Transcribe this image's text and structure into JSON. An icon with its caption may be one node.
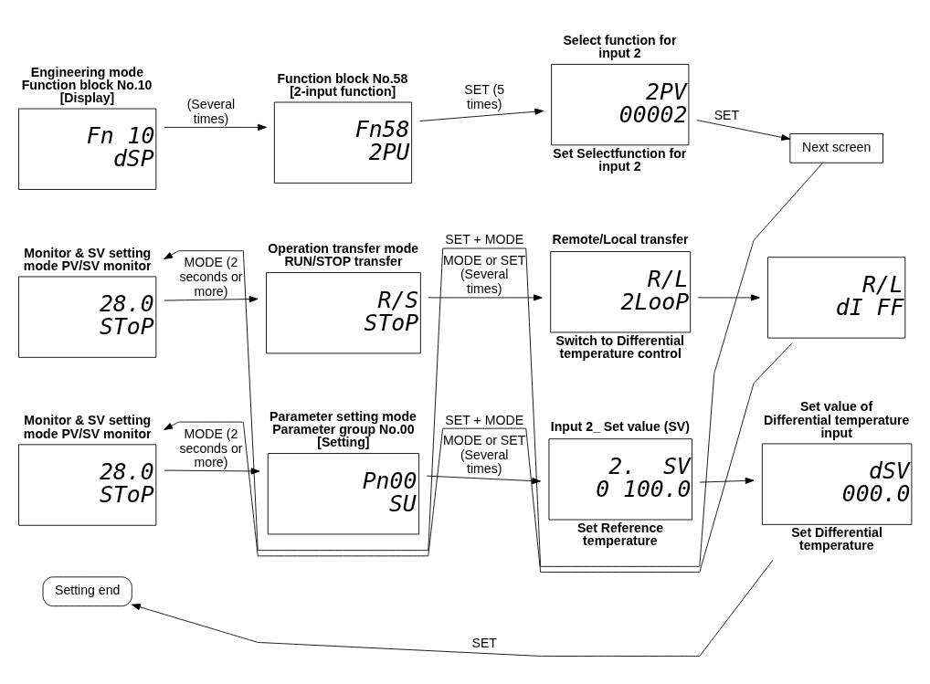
{
  "diagram": {
    "nodes": [
      {
        "text": [
          "Engineering mode Function block No.10 [Display]",
          "Fn 10",
          "dSP"
        ]
      },
      {
        "text": [
          "Function block No.58 [2-input function]",
          "Fn58",
          "2PU"
        ]
      },
      {
        "text": [
          "Select function for input 2",
          "2PV",
          "00002"
        ],
        "beside": [
          "Set Selectfunction for input 2"
        ]
      },
      {
        "text": [
          "Next screen"
        ]
      },
      {
        "text": [
          "Monitor & SV setting mode PV/SV monitor",
          "28.0",
          "SToP"
        ]
      },
      {
        "text": [
          "Operation transfer mode RUN/STOP transfer",
          "R/S",
          "SToP"
        ]
      },
      {
        "text": [
          "Remote/Local transfer",
          "R/L",
          "2LooP"
        ],
        "beside": [
          "Switch to Differential temperature control"
        ]
      },
      {
        "text": [
          "R/L",
          "dI FF"
        ]
      },
      {
        "text": [
          "Monitor & SV setting mode PV/SV monitor",
          "28.0",
          "SToP"
        ]
      },
      {
        "text": [
          "Parameter setting mode Parameter group No.00 [Setting]",
          "Pn00",
          "SU"
        ]
      },
      {
        "text": [
          "Input 2_ Set value (SV)",
          "2.  SV",
          "0 100.0"
        ],
        "beside": [
          "Set Reference temperature"
        ]
      },
      {
        "text": [
          "Set value of Differential temperature input",
          "dSV",
          "000.0"
        ],
        "beside": [
          "Set Differential temperature"
        ]
      },
      {
        "text": [
          "Setting end"
        ]
      }
    ],
    "edges": [
      {
        "from": 0,
        "to": 1,
        "arrow": "to",
        "label": "(Several times)"
      },
      {
        "from": 1,
        "to": 2,
        "arrow": "to",
        "label": "SET (5 times)"
      },
      {
        "from": 2,
        "to": 3,
        "arrow": "to",
        "label": "SET"
      },
      {
        "from": 3,
        "to": 4,
        "arrow": "to",
        "label": "SET + MODE"
      },
      {
        "from": 4,
        "to": 5,
        "arrow": "to",
        "label": "MODE (2 seconds or more)"
      },
      {
        "from": 5,
        "to": 6,
        "arrow": "to",
        "label": "MODE or SET (Several times)"
      },
      {
        "from": 6,
        "to": 7,
        "arrow": "to"
      },
      {
        "from": 7,
        "to": 8,
        "arrow": "to",
        "label": "SET + MODE"
      },
      {
        "from": 8,
        "to": 9,
        "arrow": "to",
        "label": "MODE (2 seconds or more)"
      },
      {
        "from": 9,
        "to": 10,
        "arrow": "to",
        "label": "MODE or SET (Several times)"
      },
      {
        "from": 10,
        "to": 11,
        "arrow": "to"
      },
      {
        "from": 11,
        "to": 12,
        "arrow": "to",
        "label": "SET"
      }
    ]
  }
}
